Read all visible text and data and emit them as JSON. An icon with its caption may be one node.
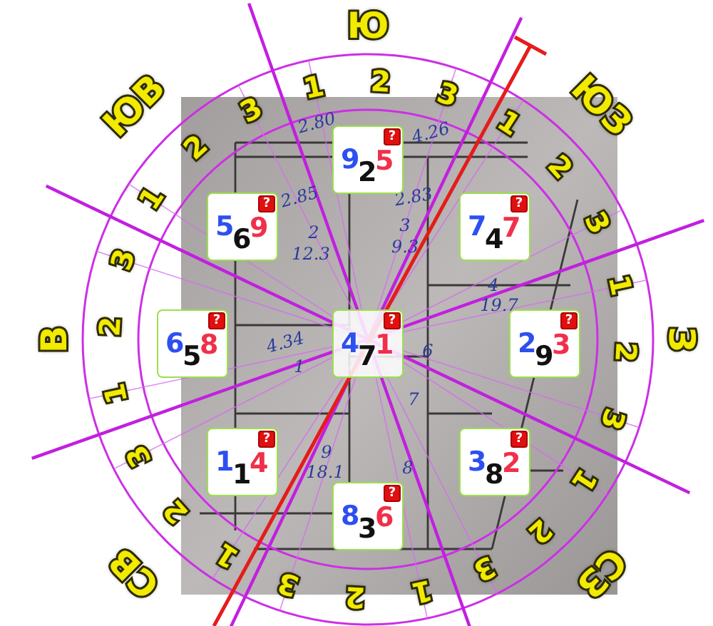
{
  "diagram": {
    "nodes": [
      {
        "text": [
          "9",
          "2",
          "5",
          "?"
        ]
      },
      {
        "text": [
          "5",
          "6",
          "9",
          "?"
        ]
      },
      {
        "text": [
          "7",
          "4",
          "7",
          "?"
        ]
      },
      {
        "text": [
          "6",
          "5",
          "8",
          "?"
        ]
      },
      {
        "text": [
          "4",
          "7",
          "1",
          "?"
        ]
      },
      {
        "text": [
          "2",
          "9",
          "3",
          "?"
        ]
      },
      {
        "text": [
          "1",
          "1",
          "4",
          "?"
        ]
      },
      {
        "text": [
          "3",
          "8",
          "2",
          "?"
        ]
      },
      {
        "text": [
          "8",
          "3",
          "6",
          "?"
        ]
      }
    ],
    "labels": [
      "Ю",
      "ЮЗ",
      "З",
      "СЗ",
      "СВ",
      "В",
      "ЮВ",
      "1",
      "2",
      "3",
      "1",
      "2",
      "3",
      "1",
      "2",
      "3",
      "1",
      "2",
      "3",
      "1",
      "2",
      "3",
      "1",
      "2",
      "3",
      "1",
      "2",
      "3",
      "1",
      "2",
      "3",
      "2.80",
      "2.85",
      "2.83",
      "4.26",
      "4.34",
      "2",
      "12.3",
      "3",
      "9.3",
      "4",
      "19.7",
      "1",
      "6",
      "7",
      "9",
      "18.1",
      "8"
    ]
  }
}
